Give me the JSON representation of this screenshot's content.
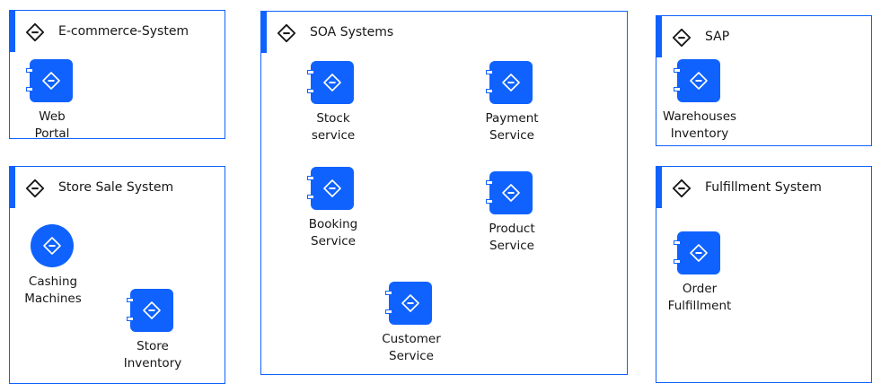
{
  "colors": {
    "accent": "#0f62fe",
    "border": "#0f62fe",
    "background": "#ffffff",
    "text": "#161616"
  },
  "groups": {
    "ecommerce": {
      "title": "E-commerce-System",
      "icon": "diamond-minus-icon",
      "nodes": {
        "web_portal": {
          "line1": "Web",
          "line2": "Portal"
        }
      }
    },
    "store_sale": {
      "title": "Store Sale System",
      "icon": "diamond-minus-icon",
      "nodes": {
        "cashing_machines": {
          "line1": "Cashing",
          "line2": "Machines"
        },
        "store_inventory": {
          "line1": "Store",
          "line2": "Inventory"
        }
      }
    },
    "soa": {
      "title": "SOA Systems",
      "icon": "diamond-minus-icon",
      "nodes": {
        "stock_service": {
          "line1": "Stock",
          "line2": "service"
        },
        "payment_service": {
          "line1": "Payment",
          "line2": "Service"
        },
        "booking_service": {
          "line1": "Booking",
          "line2": "Service"
        },
        "product_service": {
          "line1": "Product",
          "line2": "Service"
        },
        "customer_service": {
          "line1": "Customer",
          "line2": "Service"
        }
      }
    },
    "sap": {
      "title": "SAP",
      "icon": "diamond-minus-icon",
      "nodes": {
        "warehouses_inventory": {
          "line1": "Warehouses",
          "line2": "Inventory"
        }
      }
    },
    "fulfillment": {
      "title": "Fulfillment System",
      "icon": "diamond-minus-icon",
      "nodes": {
        "order_fulfillment": {
          "line1": "Order",
          "line2": "Fulfillment"
        }
      }
    }
  }
}
